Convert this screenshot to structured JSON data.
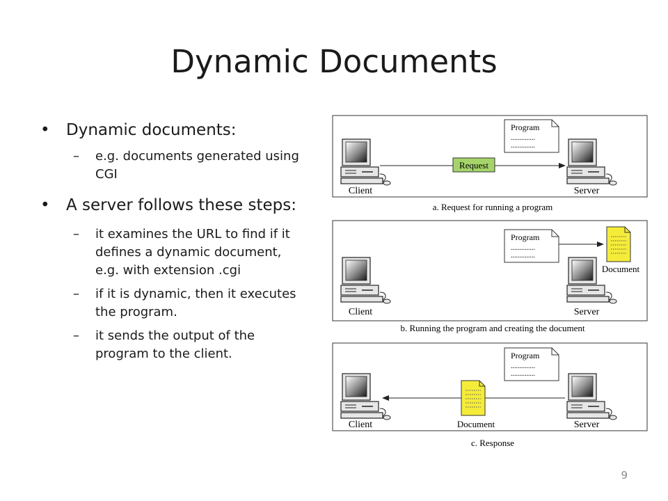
{
  "slide": {
    "title": "Dynamic Documents",
    "number": "9"
  },
  "bullets": {
    "b1": "Dynamic documents:",
    "b1_sub1": "e.g. documents generated using CGI",
    "b2": "A server follows these steps:",
    "b2_sub1": "it examines the URL to find if it defines a dynamic document, e.g. with extension .cgi",
    "b2_sub2": "if it is dynamic, then it executes the program.",
    "b2_sub3": "it sends the output of the program to the client."
  },
  "figure": {
    "program_label": "Program",
    "dots": "..............",
    "client_label": "Client",
    "server_label": "Server",
    "request_label": "Request",
    "document_label": "Document",
    "caption_a": "a. Request for running a program",
    "caption_b": "b. Running the program and creating the document",
    "caption_c": "c. Response",
    "colors": {
      "request_box": "#a6d46a",
      "document_page": "#f5ec3a"
    }
  }
}
